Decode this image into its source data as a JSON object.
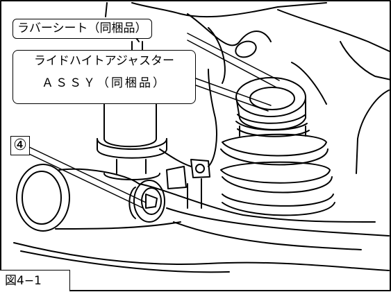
{
  "labels": {
    "rubber_sheet": "ラバーシート（同梱品）",
    "ride_height_line1": "ライドハイトアジャスター",
    "ride_height_line2": "ＡＳＳＹ（同梱品）",
    "callout_number": "④",
    "figure_caption": "図4−1"
  }
}
